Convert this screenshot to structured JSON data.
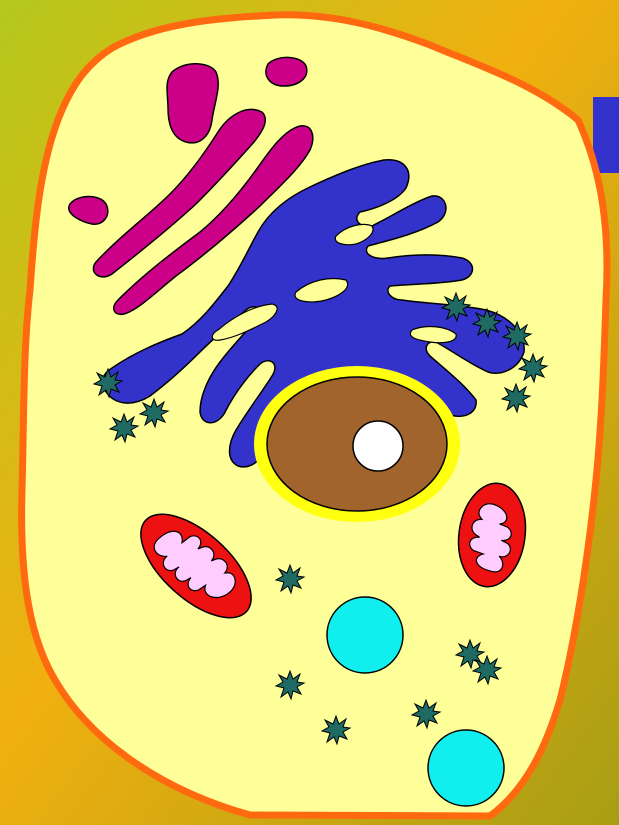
{
  "diagram": {
    "colors": {
      "background_start": "#B4C81C",
      "background_mid": "#F0B010",
      "background_end": "#A89E14",
      "cytoplasm": "#FFFF99",
      "membrane": "#FF6A10",
      "golgi": "#CC0088",
      "endoplasmic_reticulum": "#3333CC",
      "nucleus": "#A0642C",
      "nuclear_envelope": "#FFFF10",
      "nucleolus": "#FFFFFF",
      "mitochondrion": "#EE1111",
      "cristae": "#FFCCFF",
      "vacuole": "#11EEEE",
      "ribosome": "#1F6B63",
      "edge_tab": "#3333CC",
      "outline": "#000000"
    },
    "components": [
      "cell-membrane",
      "cytoplasm",
      "golgi-apparatus",
      "endoplasmic-reticulum",
      "nucleus",
      "nucleolus",
      "mitochondrion",
      "vacuole",
      "ribosome"
    ]
  }
}
